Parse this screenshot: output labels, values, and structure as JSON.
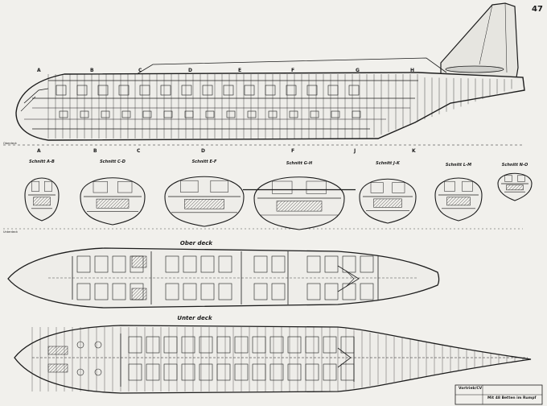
{
  "page_number": "47",
  "side_labels": [
    "Oberdeck",
    "Unterdeck"
  ],
  "frame_markers": [
    "A",
    "B",
    "C",
    "D",
    "E",
    "F",
    "G",
    "H",
    "J",
    "K"
  ],
  "sections": [
    {
      "label": "Schnitt A-B"
    },
    {
      "label": "Schnitt C-D"
    },
    {
      "label": "Schnitt E-F"
    },
    {
      "label": "Schnitt G-H"
    },
    {
      "label": "Schnitt J-K"
    },
    {
      "label": "Schnitt L-M"
    },
    {
      "label": "Schnitt N-O"
    }
  ],
  "upper_deck": {
    "title": "Ober deck"
  },
  "lower_deck": {
    "title": "Unter deck"
  },
  "title_block": {
    "drawing_no": "Vortrieb/CV",
    "note": "Mit 48 Betten im Rumpf"
  },
  "colors": {
    "ink": "#1c1c1c",
    "paper": "#f1f0ec",
    "shade": "#8a8a8a"
  }
}
